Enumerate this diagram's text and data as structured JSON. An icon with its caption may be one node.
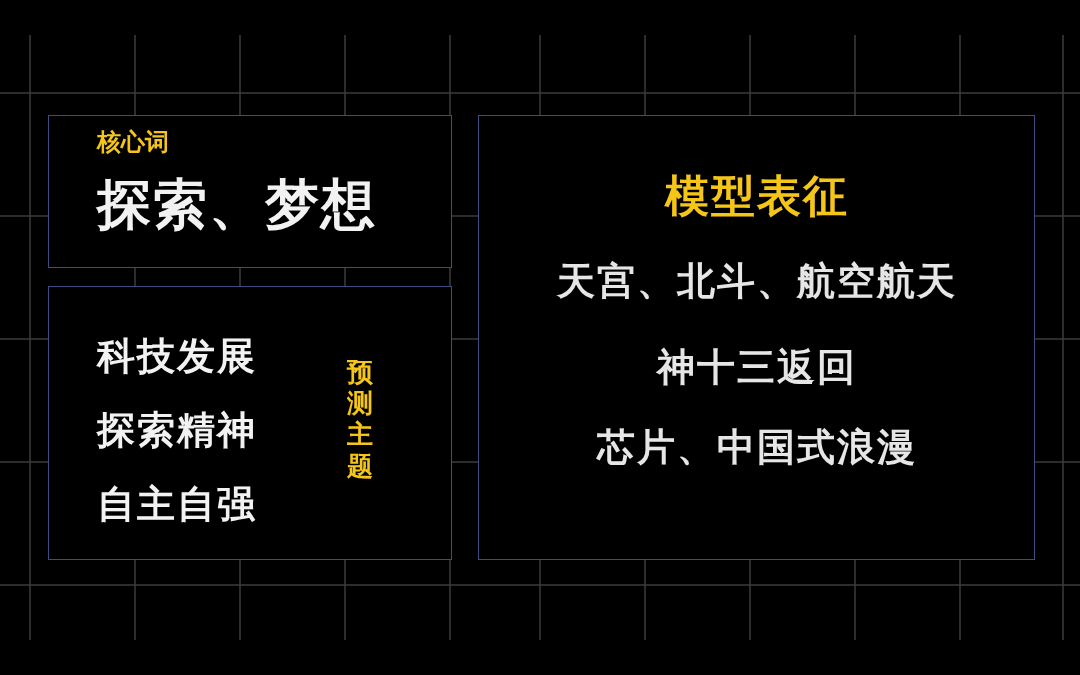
{
  "diagram": {
    "nodes": [
      {
        "text": [
          "核心词",
          "探索、梦想"
        ]
      },
      {
        "text": [
          "科技发展",
          "探索精神",
          "自主自强",
          "预测主题"
        ]
      },
      {
        "text": [
          "模型表征",
          "天宫、北斗、航空航天",
          "神十三返回",
          "芯片、中国式浪漫"
        ]
      }
    ]
  }
}
